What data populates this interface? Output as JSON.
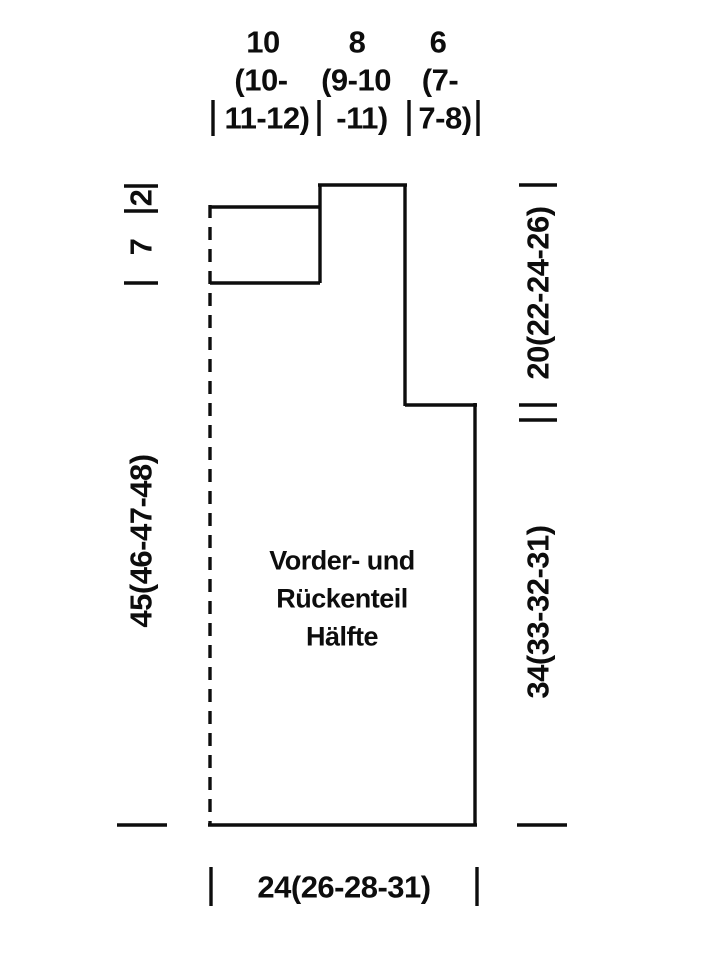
{
  "diagram": {
    "piece_label_lines": [
      "Vorder- und",
      "Rückenteil",
      "Hälfte"
    ],
    "top_measurements": [
      {
        "main": "10",
        "sub1": "(10-",
        "sub2": "11-12)"
      },
      {
        "main": "8",
        "sub1": "(9-10",
        "sub2": "-11)"
      },
      {
        "main": "6",
        "sub1": "(7-",
        "sub2": "7-8)"
      }
    ],
    "left_measurements": {
      "back_neck_depth": "2",
      "front_neck_depth": "7",
      "length": "45(46-47-48)"
    },
    "right_measurements": {
      "upper": "20(22-24-26)",
      "lower": "34(33-32-31)"
    },
    "bottom_measurement": "24(26-28-31)"
  },
  "colors": {
    "ink": "#0d0d0d",
    "background": "#ffffff"
  }
}
